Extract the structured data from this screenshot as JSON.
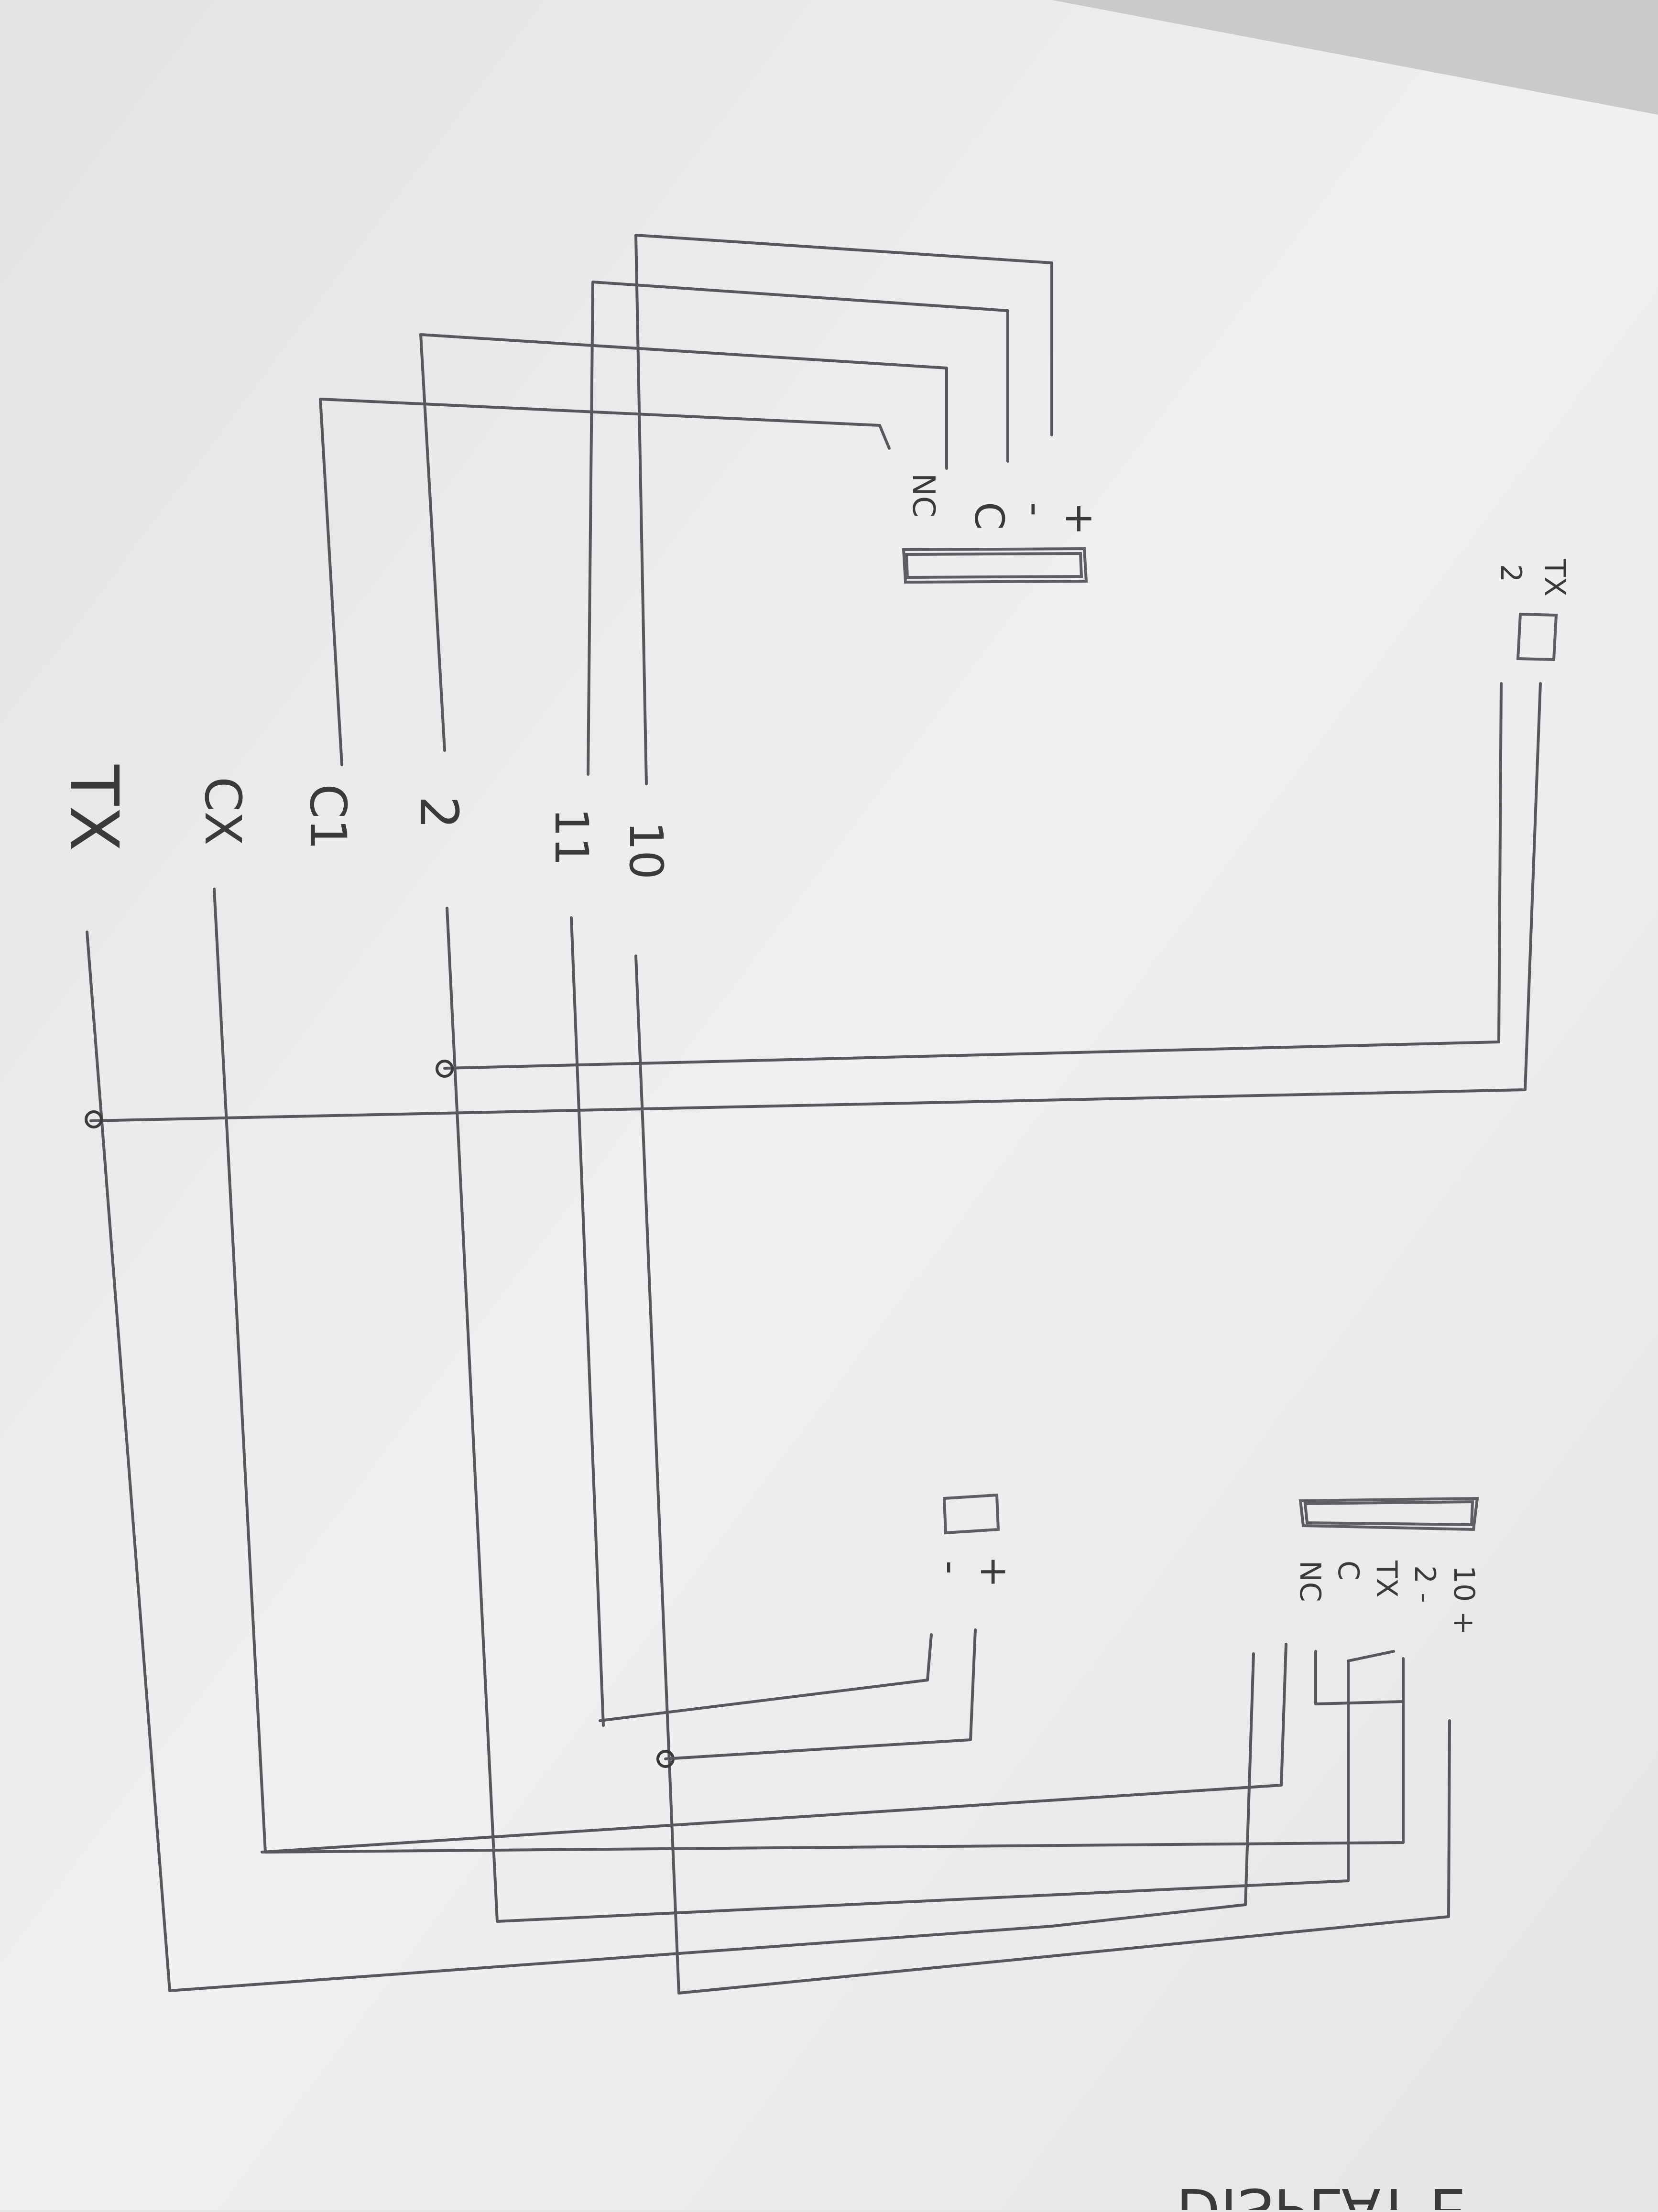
{
  "colors": {
    "paper": "#eeeff1",
    "paper_shadow": "#c9cacc",
    "ink": "#58585c",
    "text_ink": "#3a3a3c"
  },
  "terminal_strip_left": {
    "labels": [
      "+",
      "-",
      "C",
      "NC"
    ]
  },
  "terminal_strip_right": {
    "labels": [
      "10 +",
      "2 -",
      "TX",
      "C",
      "NC"
    ]
  },
  "small_connector_top": {
    "labels": [
      "TX",
      "2"
    ]
  },
  "small_connector_mid": {
    "labels": [
      "+",
      "-"
    ]
  },
  "bus_labels": [
    "10",
    "11",
    "2",
    "C1",
    "CX",
    "TX"
  ],
  "corner_text": "DISPLAY E"
}
